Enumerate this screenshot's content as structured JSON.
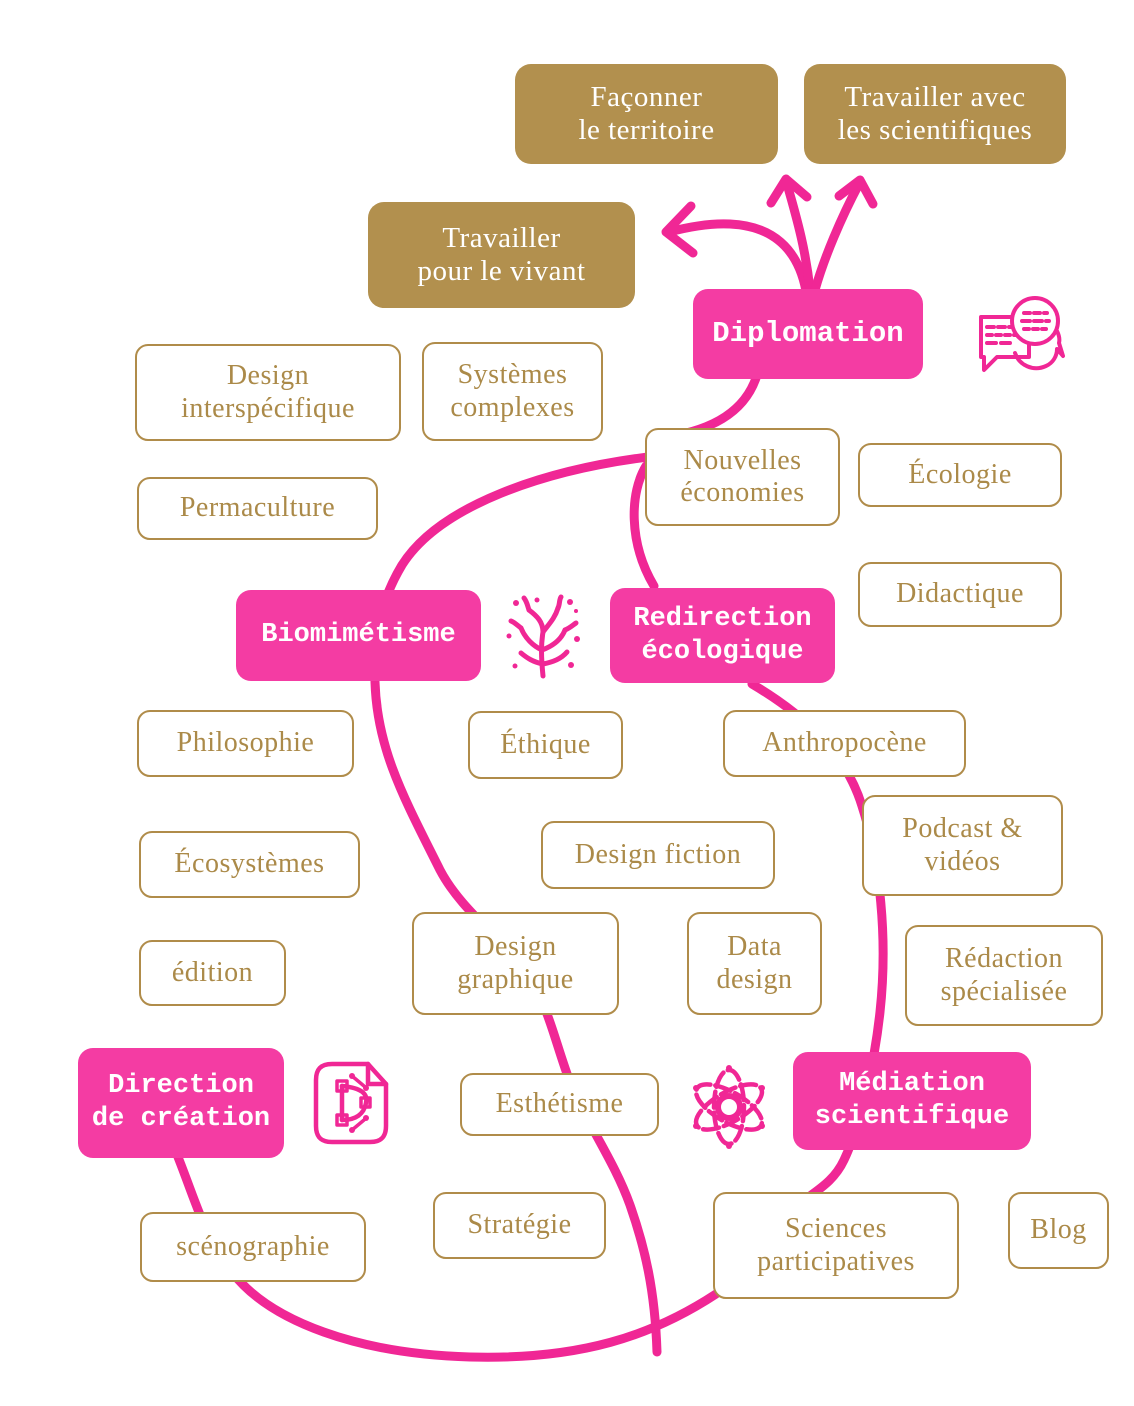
{
  "colors": {
    "background": "#ffffff",
    "accent_pink": "#f02795",
    "hub_pink": "#f43ca3",
    "gold_fill": "#b2904e",
    "gold_border": "#b08c4a",
    "gold_text": "#ab8a49",
    "text_on_fill": "#ffffff"
  },
  "nodes": {
    "faconner_le_territoire": {
      "label": "Façonner\nle territoire",
      "type": "goal"
    },
    "travailler_avec_les_scientifiques": {
      "label": "Travailler avec\nles scientifiques",
      "type": "goal"
    },
    "travailler_pour_le_vivant": {
      "label": "Travailler\npour le vivant",
      "type": "goal"
    },
    "diplomation": {
      "label": "Diplomation",
      "type": "hub"
    },
    "biomimetisme": {
      "label": "Biomimétisme",
      "type": "hub"
    },
    "redirection_ecologique": {
      "label": "Redirection\nécologique",
      "type": "hub"
    },
    "direction_de_creation": {
      "label": "Direction\nde création",
      "type": "hub"
    },
    "mediation_scientifique": {
      "label": "Médiation\nscientifique",
      "type": "hub"
    },
    "design_interspecifique": {
      "label": "Design\ninterspécifique",
      "type": "topic"
    },
    "systemes_complexes": {
      "label": "Systèmes\ncomplexes",
      "type": "topic"
    },
    "nouvelles_economies": {
      "label": "Nouvelles\néconomies",
      "type": "topic"
    },
    "ecologie": {
      "label": "Écologie",
      "type": "topic"
    },
    "permaculture": {
      "label": "Permaculture",
      "type": "topic"
    },
    "didactique": {
      "label": "Didactique",
      "type": "topic"
    },
    "philosophie": {
      "label": "Philosophie",
      "type": "topic"
    },
    "ethique": {
      "label": "Éthique",
      "type": "topic"
    },
    "anthropocene": {
      "label": "Anthropocène",
      "type": "topic"
    },
    "ecosystemes": {
      "label": "Écosystèmes",
      "type": "topic"
    },
    "design_fiction": {
      "label": "Design fiction",
      "type": "topic"
    },
    "podcast_videos": {
      "label": "Podcast &\nvidéos",
      "type": "topic"
    },
    "edition": {
      "label": "édition",
      "type": "topic"
    },
    "design_graphique": {
      "label": "Design\ngraphique",
      "type": "topic"
    },
    "data_design": {
      "label": "Data\ndesign",
      "type": "topic"
    },
    "redaction_specialisee": {
      "label": "Rédaction\nspécialisée",
      "type": "topic"
    },
    "esthetisme": {
      "label": "Esthétisme",
      "type": "topic"
    },
    "scenographie": {
      "label": "scénographie",
      "type": "topic"
    },
    "strategie": {
      "label": "Stratégie",
      "type": "topic"
    },
    "sciences_participatives": {
      "label": "Sciences\nparticipatives",
      "type": "topic"
    },
    "blog": {
      "label": "Blog",
      "type": "topic"
    }
  },
  "icons": [
    {
      "name": "chat-icon",
      "meaning": "speech bubbles conversation"
    },
    {
      "name": "coral-icon",
      "meaning": "coral branch"
    },
    {
      "name": "pen-tool-icon",
      "meaning": "bezier pen document"
    },
    {
      "name": "atom-icon",
      "meaning": "atom orbits"
    }
  ]
}
